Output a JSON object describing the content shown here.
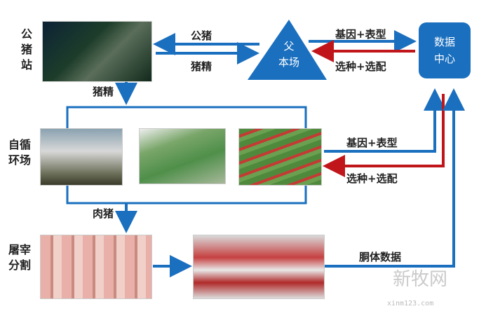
{
  "nodes": {
    "boar_station": "公猪站",
    "sire_farm_line1": "父",
    "sire_farm_line2": "本场",
    "data_center_line1": "数据",
    "data_center_line2": "中心",
    "self_cycle_farm": "自循环场",
    "slaughter": "屠宰分割"
  },
  "edges": {
    "boar": "公猪",
    "semen_top": "猪精",
    "semen_down": "猪精",
    "gene_top": "基因+表型",
    "select_top": "选种+选配",
    "gene_mid": "基因+表型",
    "select_mid": "选种+选配",
    "fattening": "肉猪",
    "carcass": "胴体数据"
  },
  "watermark": {
    "logo": "新牧网",
    "url": "xinm123.com"
  },
  "colors": {
    "blue": "#1a6fbf",
    "red": "#c0161b"
  }
}
